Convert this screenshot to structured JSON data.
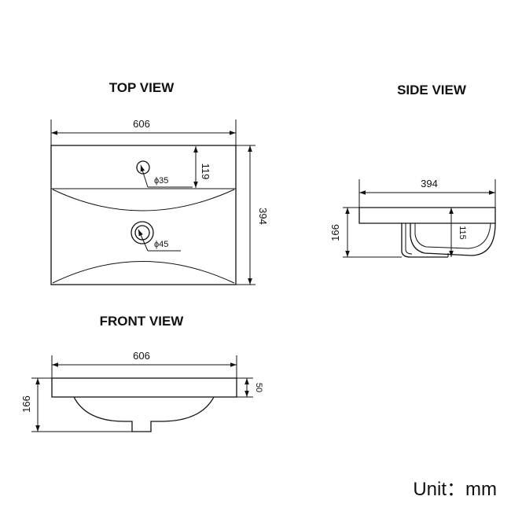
{
  "views": {
    "top": {
      "title": "TOP VIEW",
      "width": "606",
      "depth": "394",
      "tap_offset": "119",
      "tap_hole": "ϕ35",
      "drain_hole": "ϕ45"
    },
    "side": {
      "title": "SIDE VIEW",
      "depth": "394",
      "height": "166",
      "bowl_depth": "115"
    },
    "front": {
      "title": "FRONT VIEW",
      "width": "606",
      "height": "166",
      "rim": "50"
    }
  },
  "unit_label": "Unit：mm"
}
